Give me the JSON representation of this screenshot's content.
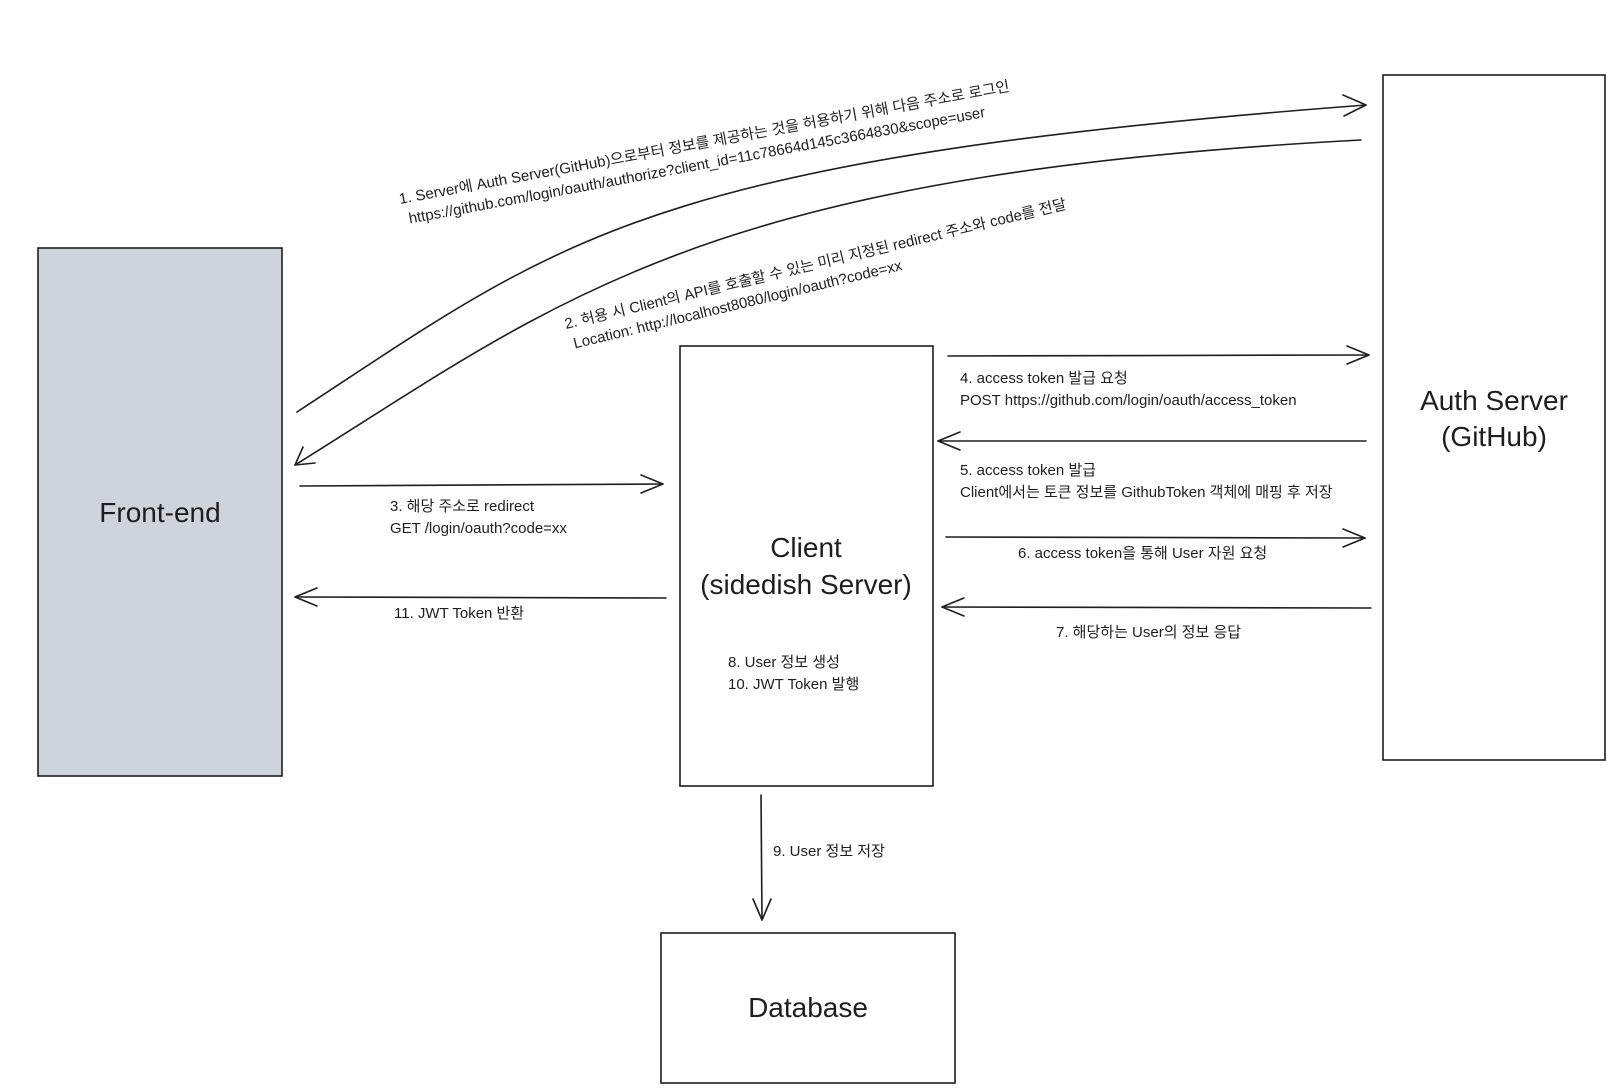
{
  "nodes": {
    "frontend": {
      "label": "Front-end",
      "fill": "#cfd4da"
    },
    "auth": {
      "label_line1": "Auth Server",
      "label_line2": "(GitHub)"
    },
    "client": {
      "label_line1": "Client",
      "label_line2": "(sidedish Server)"
    },
    "database": {
      "label": "Database"
    }
  },
  "edges": {
    "step1": {
      "line1": "1. Server에 Auth Server(GitHub)으로부터 정보를 제공하는 것을 허용하기 위해 다음 주소로 로그인",
      "line2": "https://github.com/login/oauth/authorize?client_id=11c78664d145c3664830&scope=user"
    },
    "step2": {
      "line1": "2. 허용 시 Client의 API를 호출할 수 있는 미리 지정된 redirect 주소와 code를 전달",
      "line2": "Location: http://localhost8080/login/oauth?code=xx"
    },
    "step3": {
      "line1": "3. 해당 주소로 redirect",
      "line2": "GET /login/oauth?code=xx"
    },
    "step4": {
      "line1": "4. access token 발급 요청",
      "line2": "POST https://github.com/login/oauth/access_token"
    },
    "step5": {
      "line1": "5. access token 발급",
      "line2": "Client에서는 토큰 정보를 GithubToken 객체에 매핑 후 저장"
    },
    "step6": {
      "line1": "6. access token을 통해 User 자원 요청"
    },
    "step7": {
      "line1": "7. 해당하는 User의 정보 응답"
    },
    "step8": {
      "line1": "8. User 정보 생성"
    },
    "step9": {
      "line1": "9. User 정보 저장"
    },
    "step10": {
      "line1": "10. JWT Token 발행"
    },
    "step11": {
      "line1": "11. JWT Token 반환"
    }
  },
  "colors": {
    "stroke": "#1e1e1e",
    "background": "#ffffff",
    "frontend_fill": "#cfd4da"
  }
}
